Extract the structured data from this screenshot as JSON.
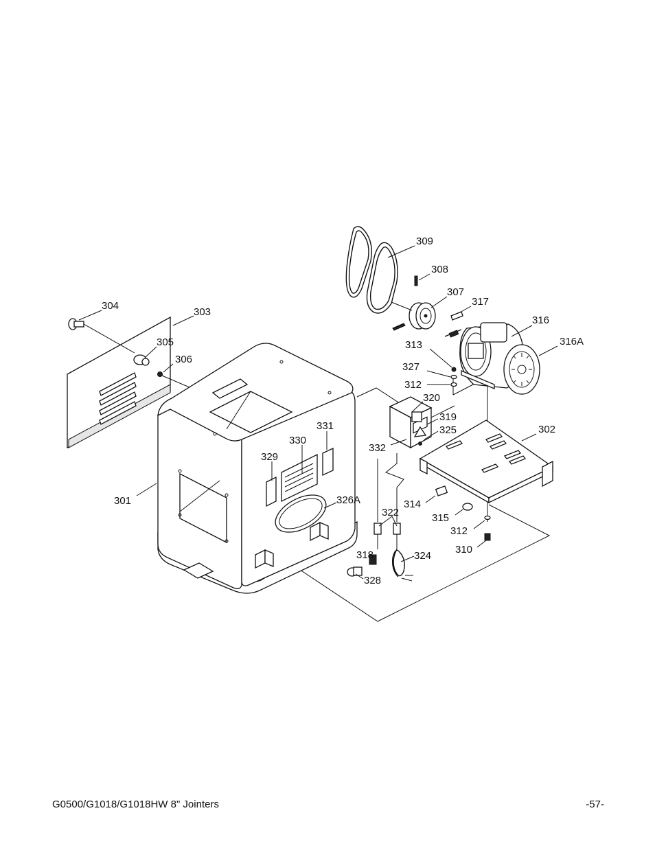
{
  "labels": {
    "p301": "301",
    "p302": "302",
    "p303": "303",
    "p304": "304",
    "p305": "305",
    "p306": "306",
    "p307": "307",
    "p308": "308",
    "p309": "309",
    "p310": "310",
    "p312a": "312",
    "p312b": "312",
    "p313": "313",
    "p314": "314",
    "p315": "315",
    "p316": "316",
    "p316a": "316A",
    "p317": "317",
    "p318": "318",
    "p319": "319",
    "p320": "320",
    "p322": "322",
    "p324": "324",
    "p325": "325",
    "p326a": "326A",
    "p327": "327",
    "p328": "328",
    "p329": "329",
    "p330": "330",
    "p331": "331",
    "p332": "332"
  },
  "footer": {
    "left": "G0500/G1018/G1018HW 8\" Jointers",
    "right": "-57-"
  },
  "colors": {
    "line": "#111111",
    "background": "#ffffff"
  }
}
